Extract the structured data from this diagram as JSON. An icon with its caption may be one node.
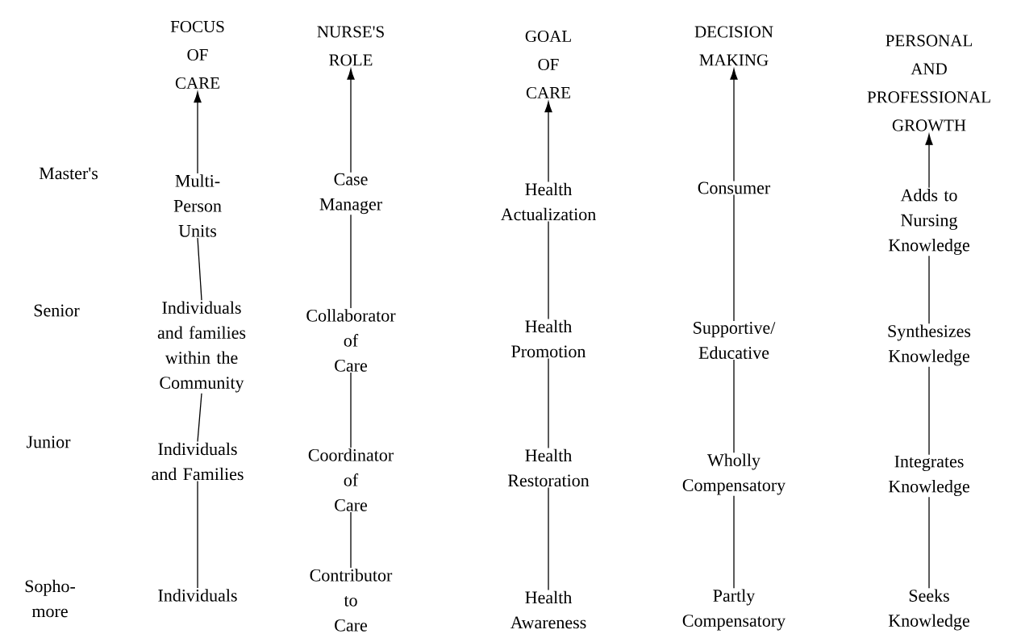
{
  "diagram": {
    "nodes": [
      {
        "text": [
          "FOCUS OF CARE"
        ]
      },
      {
        "text": [
          "Multi- Person Units"
        ]
      },
      {
        "text": [
          "Individuals and families within the Community"
        ]
      },
      {
        "text": [
          "Individuals and Families"
        ]
      },
      {
        "text": [
          "Individuals"
        ]
      },
      {
        "text": [
          "NURSE'S ROLE"
        ]
      },
      {
        "text": [
          "Case Manager"
        ]
      },
      {
        "text": [
          "Collaborator of Care"
        ]
      },
      {
        "text": [
          "Coordinator of Care"
        ]
      },
      {
        "text": [
          "Contributor to Care"
        ]
      },
      {
        "text": [
          "GOAL OF CARE"
        ]
      },
      {
        "text": [
          "Health Actualization"
        ]
      },
      {
        "text": [
          "Health Promotion"
        ]
      },
      {
        "text": [
          "Health Restoration"
        ]
      },
      {
        "text": [
          "Health Awareness"
        ]
      },
      {
        "text": [
          "DECISION MAKING"
        ]
      },
      {
        "text": [
          "Consumer"
        ]
      },
      {
        "text": [
          "Supportive/ Educative"
        ]
      },
      {
        "text": [
          "Wholly Compensatory"
        ]
      },
      {
        "text": [
          "Partly Compensatory"
        ]
      },
      {
        "text": [
          "PERSONAL AND PROFESSIONAL GROWTH"
        ]
      },
      {
        "text": [
          "Adds to Nursing Knowledge"
        ]
      },
      {
        "text": [
          "Synthesizes Knowledge"
        ]
      },
      {
        "text": [
          "Integrates Knowledge"
        ]
      },
      {
        "text": [
          "Seeks Knowledge"
        ]
      }
    ],
    "edges": [
      {
        "from": 1,
        "to": 0,
        "arrow": "to"
      },
      {
        "from": 2,
        "to": 1,
        "arrow": "none"
      },
      {
        "from": 3,
        "to": 2,
        "arrow": "none"
      },
      {
        "from": 4,
        "to": 3,
        "arrow": "none"
      },
      {
        "from": 6,
        "to": 5,
        "arrow": "to"
      },
      {
        "from": 7,
        "to": 6,
        "arrow": "none"
      },
      {
        "from": 8,
        "to": 7,
        "arrow": "none"
      },
      {
        "from": 9,
        "to": 8,
        "arrow": "none"
      },
      {
        "from": 11,
        "to": 10,
        "arrow": "to"
      },
      {
        "from": 12,
        "to": 11,
        "arrow": "none"
      },
      {
        "from": 13,
        "to": 12,
        "arrow": "none"
      },
      {
        "from": 14,
        "to": 13,
        "arrow": "none"
      },
      {
        "from": 16,
        "to": 15,
        "arrow": "to"
      },
      {
        "from": 17,
        "to": 16,
        "arrow": "none"
      },
      {
        "from": 18,
        "to": 17,
        "arrow": "none"
      },
      {
        "from": 19,
        "to": 18,
        "arrow": "none"
      },
      {
        "from": 21,
        "to": 20,
        "arrow": "to"
      },
      {
        "from": 22,
        "to": 21,
        "arrow": "none"
      },
      {
        "from": 23,
        "to": 22,
        "arrow": "none"
      },
      {
        "from": 24,
        "to": 23,
        "arrow": "none"
      }
    ],
    "labels": [
      "Master's",
      "Senior",
      "Junior",
      "Sopho- more"
    ]
  }
}
